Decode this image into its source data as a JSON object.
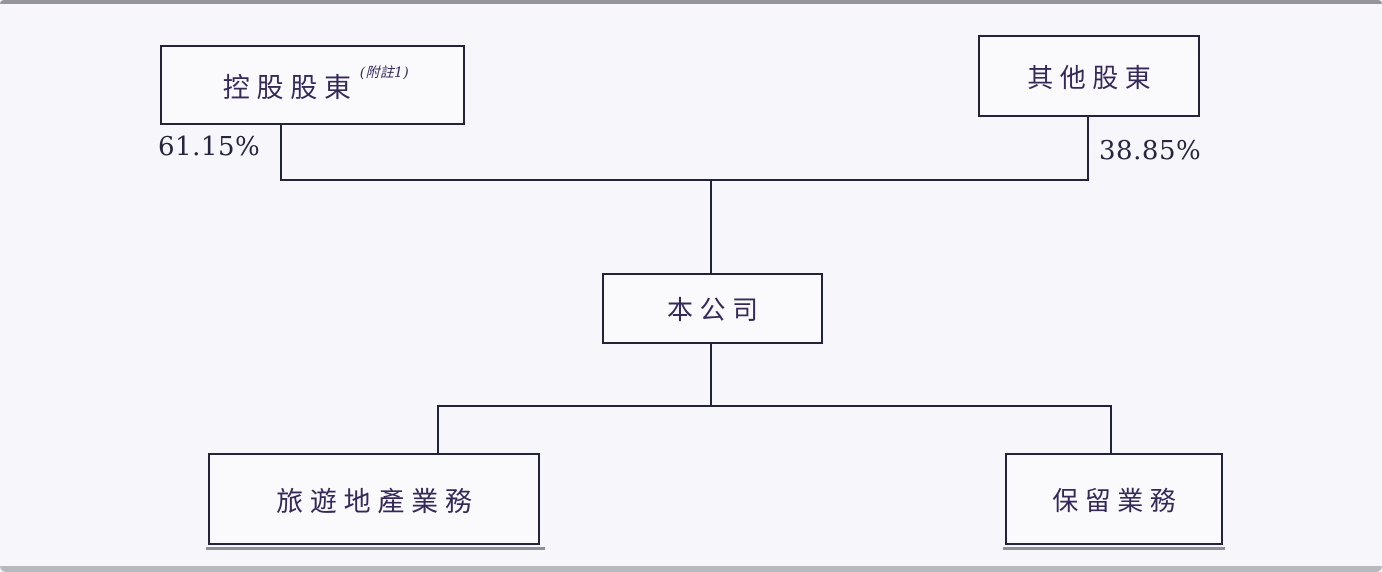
{
  "diagram": {
    "nodes": {
      "controlling": {
        "label": "控股股東",
        "note_superscript": "(附註1)"
      },
      "other": {
        "label": "其他股東"
      },
      "company": {
        "label": "本公司"
      },
      "tourism": {
        "label": "旅遊地產業務"
      },
      "retained": {
        "label": "保留業務"
      }
    },
    "ownership": {
      "controlling_pct": "61.15%",
      "other_pct": "38.85%"
    },
    "colors": {
      "background": "#f7f7fb",
      "box_background": "#fafafd",
      "box_border": "#23233a",
      "line": "#23233a",
      "cjk_text": "#36295a",
      "pct_text": "#26263e",
      "top_edge_bar": "#95959d",
      "bottom_edge_bar": "#b8b8c1",
      "box_shadow_segment": "#8f8f98"
    }
  }
}
